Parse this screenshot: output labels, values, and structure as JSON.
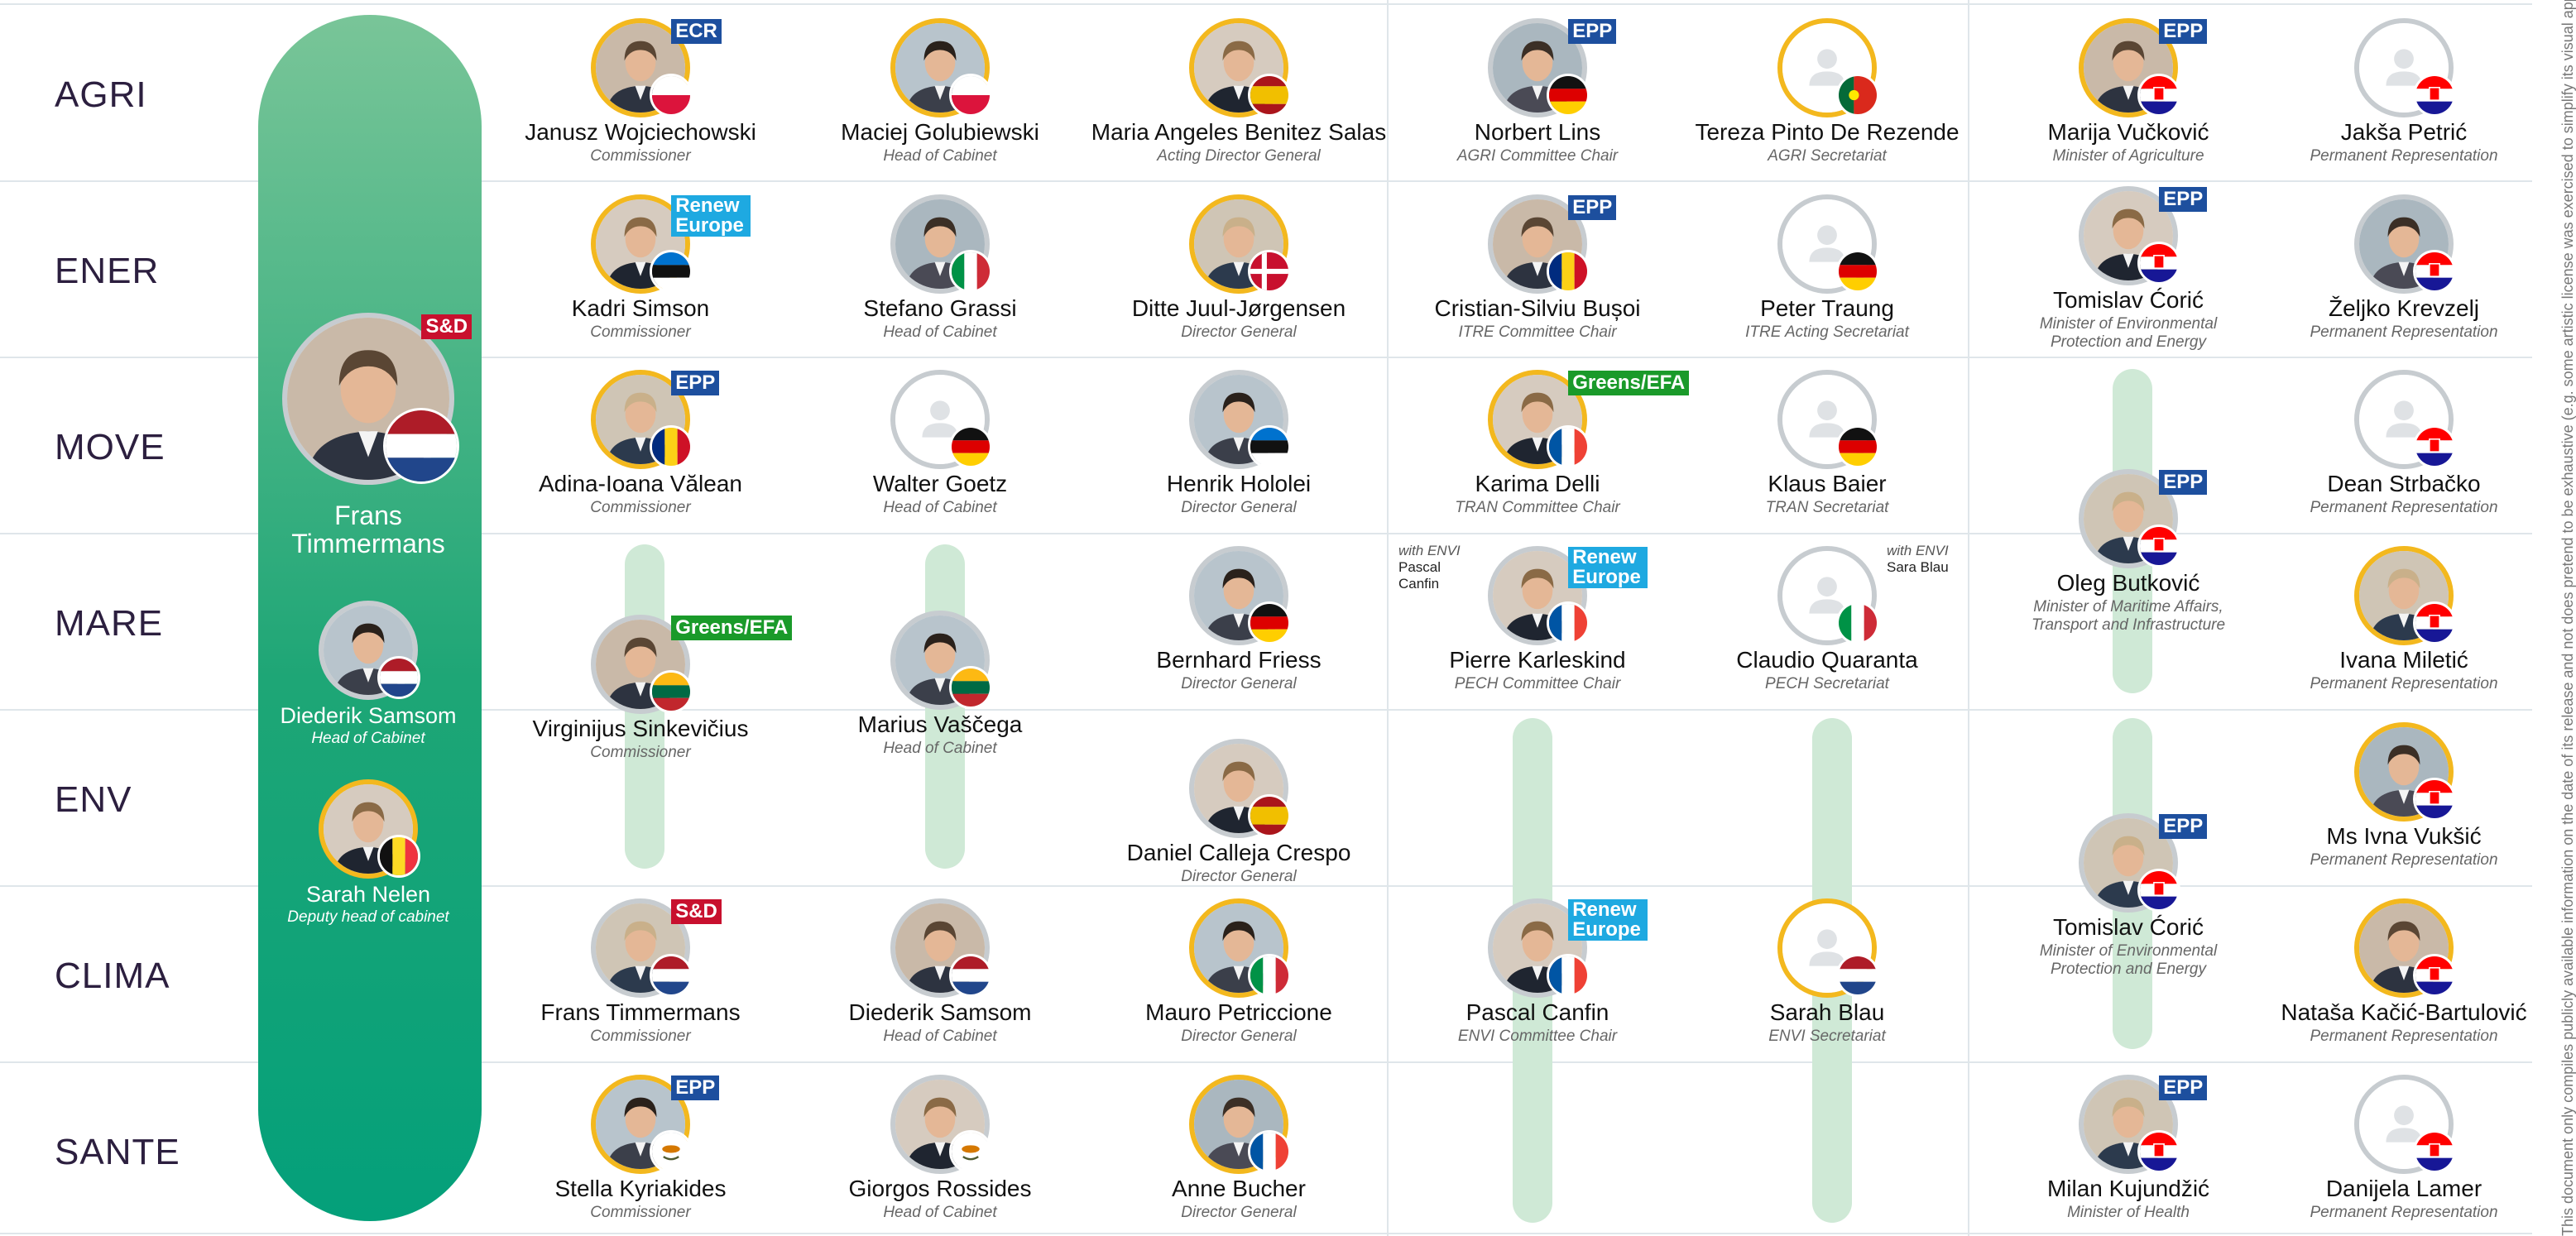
{
  "rows": [
    {
      "label": "AGRI"
    },
    {
      "label": "ENER"
    },
    {
      "label": "MOVE"
    },
    {
      "label": "MARE"
    },
    {
      "label": "ENV"
    },
    {
      "label": "CLIMA"
    },
    {
      "label": "SANTE"
    }
  ],
  "executive_vice_president": {
    "name": "Frans Timmermans",
    "party": "S&D",
    "party_color": "#c8102e",
    "flag": "nl"
  },
  "evp_cabinet": [
    {
      "name": "Diederik Samsom",
      "role": "Head of Cabinet",
      "flag": "nl"
    },
    {
      "name": "Sarah Nelen",
      "role": "Deputy head of cabinet",
      "flag": "be"
    }
  ],
  "notes": {
    "pascal": {
      "with": "with ENVI",
      "name": "Pascal Canfin"
    },
    "sarah": {
      "with": "with ENVI",
      "name": "Sara Blau"
    }
  },
  "people": [
    {
      "id": "p1",
      "name": "Janusz Wojciechowski",
      "role": "Commissioner",
      "flag": "pl",
      "party": "ECR",
      "party_color": "#1d4f9e"
    },
    {
      "id": "p2",
      "name": "Maciej Golubiewski",
      "role": "Head of Cabinet",
      "flag": "pl"
    },
    {
      "id": "p3",
      "name": "Maria Angeles Benitez Salas",
      "role": "Acting Director General",
      "flag": "es"
    },
    {
      "id": "p4",
      "name": "Norbert Lins",
      "role": "AGRI Committee Chair",
      "flag": "de",
      "party": "EPP",
      "party_color": "#1d4f9e"
    },
    {
      "id": "p5",
      "name": "Tereza Pinto De Rezende",
      "role": "AGRI Secretariat",
      "flag": "pt"
    },
    {
      "id": "p6",
      "name": "Marija Vučković",
      "role": "Minister of Agriculture",
      "flag": "hr",
      "party": "EPP",
      "party_color": "#1d4f9e"
    },
    {
      "id": "p7",
      "name": "Jakša Petrić",
      "role": "Permanent Representation",
      "flag": "hr"
    },
    {
      "id": "p8",
      "name": "Kadri Simson",
      "role": "Commissioner",
      "flag": "ee",
      "party": "Renew Europe",
      "party_color": "#1ea9e1"
    },
    {
      "id": "p9",
      "name": "Stefano Grassi",
      "role": "Head of Cabinet",
      "flag": "it"
    },
    {
      "id": "p10",
      "name": "Ditte Juul-Jørgensen",
      "role": "Director General",
      "flag": "dk"
    },
    {
      "id": "p11",
      "name": "Cristian-Silviu Bușoi",
      "role": "ITRE Committee Chair",
      "flag": "ro",
      "party": "EPP",
      "party_color": "#1d4f9e"
    },
    {
      "id": "p12",
      "name": "Peter Traung",
      "role": "ITRE Acting Secretariat",
      "flag": "de"
    },
    {
      "id": "p13",
      "name": "Tomislav Ćorić",
      "role": "Minister of Environmental Protection and Energy",
      "flag": "hr",
      "party": "EPP",
      "party_color": "#1d4f9e"
    },
    {
      "id": "p14",
      "name": "Željko Krevzelj",
      "role": "Permanent Representation",
      "flag": "hr"
    },
    {
      "id": "p15",
      "name": "Adina-Ioana Vălean",
      "role": "Commissioner",
      "flag": "ro",
      "party": "EPP",
      "party_color": "#1d4f9e"
    },
    {
      "id": "p16",
      "name": "Walter Goetz",
      "role": "Head of Cabinet",
      "flag": "de"
    },
    {
      "id": "p17",
      "name": "Henrik Hololei",
      "role": "Director General",
      "flag": "ee"
    },
    {
      "id": "p18",
      "name": "Karima Delli",
      "role": "TRAN Committee Chair",
      "flag": "fr",
      "party": "Greens/EFA",
      "party_color": "#1a9a2a"
    },
    {
      "id": "p19",
      "name": "Klaus Baier",
      "role": "TRAN Secretariat",
      "flag": "de"
    },
    {
      "id": "p20",
      "name": "Oleg Butković",
      "role": "Minister of Maritime Affairs, Transport and Infrastructure",
      "flag": "hr",
      "party": "EPP",
      "party_color": "#1d4f9e"
    },
    {
      "id": "p21",
      "name": "Dean Strbačko",
      "role": "Permanent Representation",
      "flag": "hr"
    },
    {
      "id": "p22",
      "name": "Bernhard Friess",
      "role": "Director General",
      "flag": "de"
    },
    {
      "id": "p23",
      "name": "Pierre Karleskind",
      "role": "PECH Committee Chair",
      "flag": "fr",
      "party": "Renew Europe",
      "party_color": "#1ea9e1"
    },
    {
      "id": "p24",
      "name": "Claudio Quaranta",
      "role": "PECH Secretariat",
      "flag": "it"
    },
    {
      "id": "p25",
      "name": "Ivana Miletić",
      "role": "Permanent Representation",
      "flag": "hr"
    },
    {
      "id": "p26",
      "name": "Virginijus Sinkevičius",
      "role": "Commissioner",
      "flag": "lt",
      "party": "Greens/EFA",
      "party_color": "#1a9a2a"
    },
    {
      "id": "p27",
      "name": "Marius Vaščega",
      "role": "Head of Cabinet",
      "flag": "lt"
    },
    {
      "id": "p28",
      "name": "Daniel Calleja Crespo",
      "role": "Director General",
      "flag": "es"
    },
    {
      "id": "p29",
      "name": "Ms Ivna Vukšić",
      "role": "Permanent Representation",
      "flag": "hr"
    },
    {
      "id": "p30",
      "name": "Frans Timmermans",
      "role": "Commissioner",
      "flag": "nl",
      "party": "S&D",
      "party_color": "#c8102e"
    },
    {
      "id": "p31",
      "name": "Diederik Samsom",
      "role": "Head of Cabinet",
      "flag": "nl"
    },
    {
      "id": "p32",
      "name": "Mauro Petriccione",
      "role": "Director General",
      "flag": "it"
    },
    {
      "id": "p33",
      "name": "Pascal Canfin",
      "role": "ENVI Committee Chair",
      "flag": "fr",
      "party": "Renew Europe",
      "party_color": "#1ea9e1"
    },
    {
      "id": "p34",
      "name": "Sarah Blau",
      "role": "ENVI Secretariat",
      "flag": "nl"
    },
    {
      "id": "p35",
      "name": "Tomislav Ćorić",
      "role": "Minister of Environmental Protection and Energy",
      "flag": "hr",
      "party": "EPP",
      "party_color": "#1d4f9e"
    },
    {
      "id": "p36",
      "name": "Nataša Kačić-Bartulović",
      "role": "Permanent Representation",
      "flag": "hr"
    },
    {
      "id": "p37",
      "name": "Stella Kyriakides",
      "role": "Commissioner",
      "flag": "cy",
      "party": "EPP",
      "party_color": "#1d4f9e"
    },
    {
      "id": "p38",
      "name": "Giorgos Rossides",
      "role": "Head of Cabinet",
      "flag": "cy"
    },
    {
      "id": "p39",
      "name": "Anne Bucher",
      "role": "Director General",
      "flag": "fr"
    },
    {
      "id": "p40",
      "name": "Milan Kujundžić",
      "role": "Minister of Health",
      "flag": "hr",
      "party": "EPP",
      "party_color": "#1d4f9e"
    },
    {
      "id": "p41",
      "name": "Danijela Lamer",
      "role": "Permanent Representation",
      "flag": "hr"
    }
  ],
  "disclaimer": "This document only compiles publicly available information on the date of its release and not does pretend to be exhaustive (e.g. some artistic license was exercised to simplify its visual appearance). Its content will be subject to frequent changes in line with future appointments."
}
